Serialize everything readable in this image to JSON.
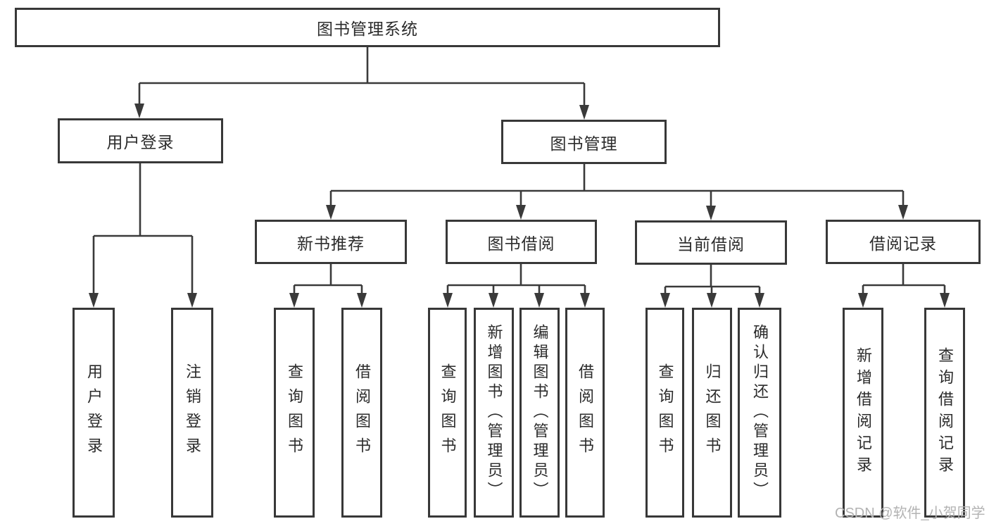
{
  "diagram": {
    "root": {
      "label": "图书管理系统"
    },
    "branches": [
      {
        "label": "用户登录",
        "children": [
          {
            "label": "用户登录"
          },
          {
            "label": "注销登录"
          }
        ]
      },
      {
        "label": "图书管理",
        "children": [
          {
            "label": "新书推荐",
            "children": [
              {
                "label": "查询图书"
              },
              {
                "label": "借阅图书"
              }
            ]
          },
          {
            "label": "图书借阅",
            "children": [
              {
                "label": "查询图书"
              },
              {
                "label": "新增图书（管理员）"
              },
              {
                "label": "编辑图书（管理员）"
              },
              {
                "label": "借阅图书"
              }
            ]
          },
          {
            "label": "当前借阅",
            "children": [
              {
                "label": "查询图书"
              },
              {
                "label": "归还图书"
              },
              {
                "label": "确认归还（管理员）"
              }
            ]
          },
          {
            "label": "借阅记录",
            "children": [
              {
                "label": "新增借阅记录"
              },
              {
                "label": "查询借阅记录"
              }
            ]
          }
        ]
      }
    ]
  },
  "watermark": {
    "text": "CSDN @软件_小贺同学"
  },
  "colors": {
    "line": "#3a3a3a",
    "border": "#383838",
    "text": "#2b2b2b",
    "watermark": "#b3b3b3",
    "background": "#ffffff"
  }
}
